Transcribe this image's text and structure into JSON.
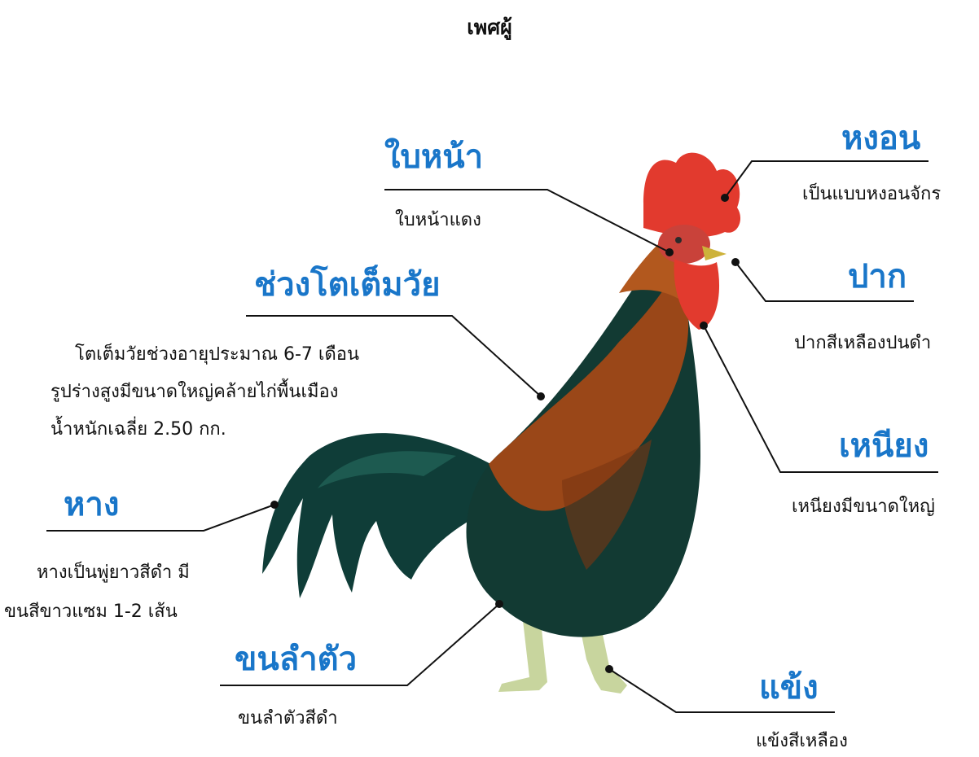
{
  "title": "เพศผู้",
  "parts": [
    {
      "id": "comb",
      "label": "หงอน",
      "description": [
        "เป็นแบบหงอนจักร"
      ]
    },
    {
      "id": "face",
      "label": "ใบหน้า",
      "description": [
        "ใบหน้าแดง"
      ]
    },
    {
      "id": "beak",
      "label": "ปาก",
      "description": [
        "ปากสีเหลืองปนดำ"
      ]
    },
    {
      "id": "maturity",
      "label": "ช่วงโตเต็มวัย",
      "description": [
        "โตเต็มวัยช่วงอายุประมาณ 6-7 เดือน",
        "รูปร่างสูงมีขนาดใหญ่คล้ายไก่พื้นเมือง",
        "น้ำหนักเฉลี่ย 2.50 กก."
      ]
    },
    {
      "id": "wattle",
      "label": "เหนียง",
      "description": [
        "เหนียงมีขนาดใหญ่"
      ]
    },
    {
      "id": "tail",
      "label": "หาง",
      "description": [
        "หางเป็นพู่ยาวสีดำ มี",
        "ขนสีขาวแซม 1-2 เส้น"
      ]
    },
    {
      "id": "body-feathers",
      "label": "ขนลำตัว",
      "description": [
        "ขนลำตัวสีดำ"
      ]
    },
    {
      "id": "shank",
      "label": "แข้ง",
      "description": [
        "แข้งสีเหลือง"
      ]
    }
  ],
  "colors": {
    "label": "#1976c9",
    "comb": "#e23a2e",
    "body": "#123a33",
    "hackle": "#9a4718",
    "shank": "#cbd7a2"
  }
}
